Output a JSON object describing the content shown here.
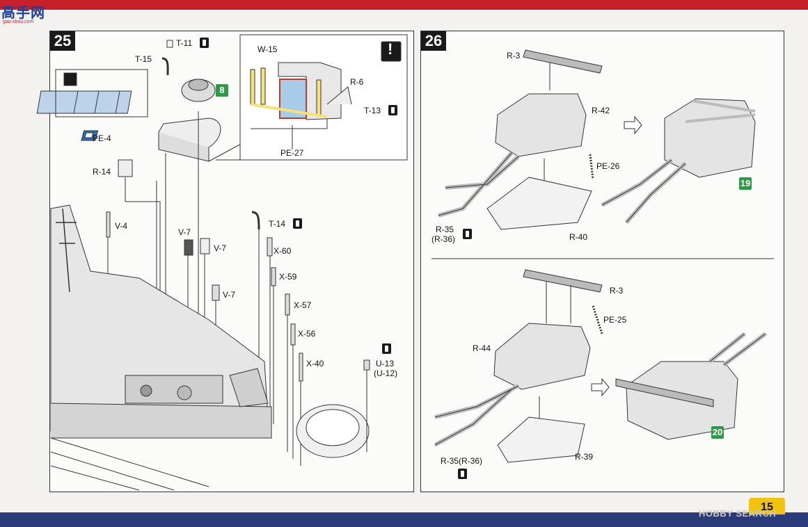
{
  "site_logo": {
    "text": "高手网",
    "url": "gao-shou.com"
  },
  "step25": {
    "number": "25",
    "labels": {
      "t11": "T-11",
      "t15": "T-15",
      "pe4": "PE-4",
      "r14": "R-14",
      "v4": "V-4",
      "v7a": "V-7",
      "v7b": "V-7",
      "v7c": "V-7",
      "t14": "T-14",
      "x60": "X-60",
      "x59": "X-59",
      "x57": "X-57",
      "x56": "X-56",
      "x40": "X-40",
      "u13": "U-13",
      "u12": "(U-12)"
    },
    "badge": "8",
    "callout": {
      "w15": "W-15",
      "r6": "R-6",
      "t13": "T-13",
      "pe27": "PE-27",
      "warning": "!"
    }
  },
  "step26": {
    "number": "26",
    "upper": {
      "r3": "R-3",
      "r42": "R-42",
      "pe26": "PE-26",
      "r35": "R-35",
      "r36": "(R-36)",
      "r40": "R-40",
      "badge": "19"
    },
    "lower": {
      "r3": "R-3",
      "pe25": "PE-25",
      "r44": "R-44",
      "r35r36": "R-35(R-36)",
      "r39": "R-39",
      "badge": "20"
    }
  },
  "page_number": "15",
  "watermark": "HOBBY SEARCH"
}
